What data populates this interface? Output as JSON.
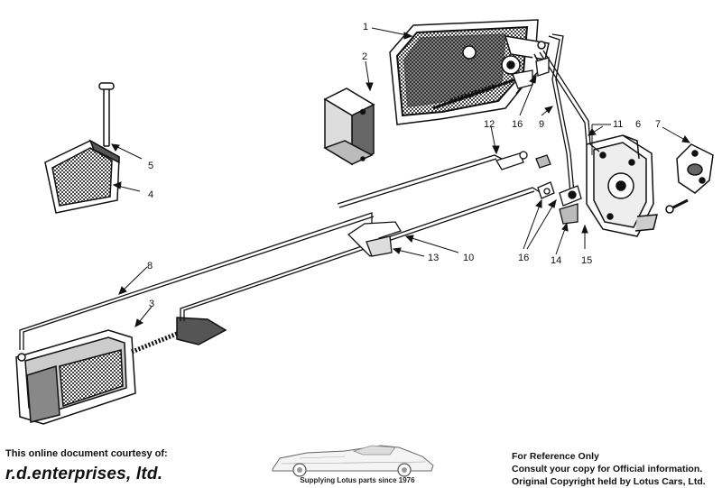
{
  "callouts": [
    "1",
    "2",
    "3",
    "4",
    "5",
    "6",
    "7",
    "8",
    "9",
    "10",
    "11",
    "12",
    "13",
    "14",
    "15",
    "16",
    "16"
  ],
  "footer": {
    "courtesy": "This online document courtesy of:",
    "brand": "r.d.enterprises, ltd.",
    "tagline": "Supplying Lotus parts since 1976",
    "notice_lines": [
      "For Reference Only",
      "Consult your copy for Official information.",
      "Original Copyright held by Lotus Cars, Ltd."
    ]
  }
}
